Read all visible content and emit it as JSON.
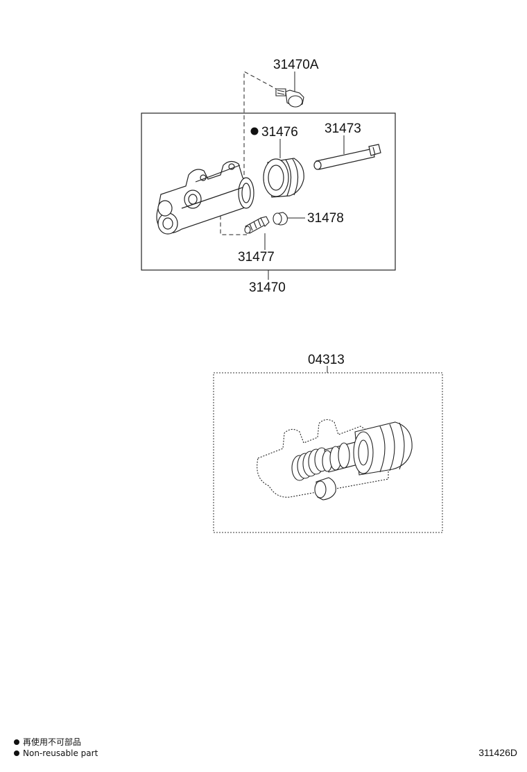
{
  "upper_assembly": {
    "assembly_part": "31470",
    "parts": {
      "bleeder_plug": "31470A",
      "boot": "31476",
      "push_rod": "31473",
      "bleeder_screw": "31477",
      "cap": "31478"
    }
  },
  "lower_kit": {
    "part": "04313"
  },
  "legend": {
    "marker_icon": "filled-circle-icon",
    "japanese": "再使用不可部品",
    "english": "Non-reusable part"
  },
  "illustration_code": "311426D"
}
